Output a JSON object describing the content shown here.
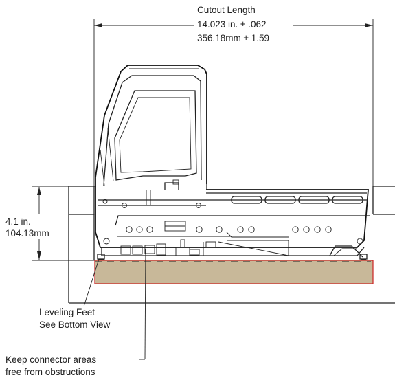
{
  "dimensions": {
    "cutout_title": "Cutout Length",
    "cutout_in": "14.023 in. ± .062",
    "cutout_mm": "356.18mm ± 1.59",
    "height_in": "4.1 in.",
    "height_mm": "104.13mm"
  },
  "callouts": {
    "leveling_line1": "Leveling Feet",
    "leveling_line2": "See Bottom View",
    "keep_line1": "Keep connector areas",
    "keep_line2": "free from obstructions"
  },
  "colors": {
    "counter_fill": "#c8b899",
    "counter_edge": "#cc2222",
    "line": "#222222"
  }
}
